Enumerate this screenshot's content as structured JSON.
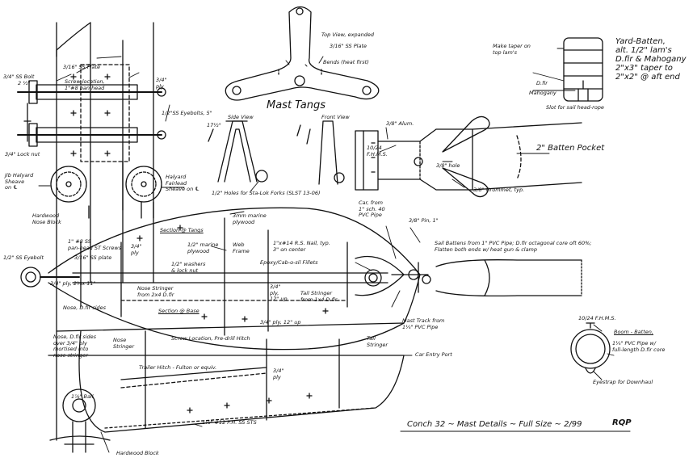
{
  "title": "Conch 32 ~ Mast Details ~ Full Size ~ 2/99",
  "signature": "RQP",
  "mast_tangs": {
    "heading": "Mast Tangs",
    "top_view": "Top View, expanded",
    "plate": "3/16\" SS Plate",
    "bends": "Bends (heat first)",
    "side_view": "Side View",
    "front_view": "Front View",
    "angle": "17½°",
    "holes": "1/2\" Holes for Sta-Lok Forks (SLST 13-06)"
  },
  "left_detail": {
    "bolt": "3/4\" SS Bolt",
    "bolt_len": "2 ½\"",
    "ply": "3/4\"\nply",
    "plate": "3/16\" SS Plate",
    "screw": "Screw location,\n1\"#8 pan head",
    "eyebolts": "1/2\"SS Eyebolts, 5\"",
    "lock_nut": "3/4\" Lock nut",
    "jib_halyard": "Jib Halyard\nSheave\non ℄",
    "halyard_fairlead": "Halyard\nFairlead\nSheave on ℄",
    "hardwood_nose": "Hardwood\nNose Block"
  },
  "yard_batten": {
    "note": "Make taper on\ntop lam's",
    "title": "Yard-Batten,\nalt. 1/2\" lam's\nD.fir & Mahogany\n2\"x3\" taper to\n2\"x2\" @ aft end",
    "dfir": "D.fir",
    "mahogany": "Mahogany",
    "slot": "Slot for sail head-rope"
  },
  "batten_pocket": {
    "alum": "3/8\" Alum.",
    "fhms": "10/24\nF.H.M.S.",
    "pocket": "2\" Batten Pocket",
    "hole": "3/8\" hole",
    "grommet": "3/8\" Grommet, typ.",
    "car": "Car, from\n1\" sch. 40\nPVC Pipe",
    "pin": "3/8\" Pin, 1\""
  },
  "main_section": {
    "section_tangs": "Section @ Tangs",
    "section_base": "Section @ Base",
    "marine_ply_3mm": "3mm marine\nplywood",
    "marine_ply_half": "1/2\" marine\nplywood",
    "web_frame": "Web\nFrame",
    "nail": "1\"x#14 R.S. Nail, typ.\n3\" on center",
    "epoxy": "Epoxy/Cab-o-sil Fillets",
    "ss_screw": "1\" #8 SS\npan-head ST Screws",
    "plate_16": "3/16\" SS plate",
    "ply_34": "3/4\"\nply",
    "washers": "1/2\" washers\n& lock nut",
    "eyebolt": "1/2\" SS Eyebolt",
    "ply_x": "3/4\" ply, 2¾x 11\"",
    "nose_stringer": "Nose Stringer\nfrom 2x4 D.fir",
    "nose_sides": "Nose, D.fir sides",
    "tail_stringer": "Tail Stringer\nfrom 1x4 D.fir",
    "ply_12_up_a": "3/4\"\nply,\n12\" up",
    "ply_12_up_b": "3/4\" ply, 12\" up",
    "screw_loc": "Screw Location, Pre-drill Hitch",
    "nose_sides_over": "Nose, D.fir sides\nover 3/4\" ply\nmortised into\nnose stringer",
    "nose_str_short": "Nose\nStringer",
    "tail_str_short": "Tail\nStringer",
    "trailer_hitch": "Trailer Hitch - Fulton or equiv.",
    "ply_vert": "3/4\"\nply",
    "ball": "1⅞\" Ball",
    "hardwood_block": "Hardwood Block",
    "ph_screws": "1½\" #12 P.H. SS STS",
    "mast_track": "Mast Track from\n1¼\" PVC Pipe",
    "car_entry": "Car Entry Port",
    "sail_battens": "Sail Battens from 1\" PVC Pipe; D.fir octagonal core oft 60%;\nFlatten both ends w/ heat gun & clamp"
  },
  "boom_batten": {
    "fhms": "10/24 F.H.M.S.",
    "label": "Boom - Batten,",
    "pipe": "1¼\" PVC Pipe w/\nfull-length D.fir core",
    "eyestrap": "Eyestrap for Downhaul"
  }
}
